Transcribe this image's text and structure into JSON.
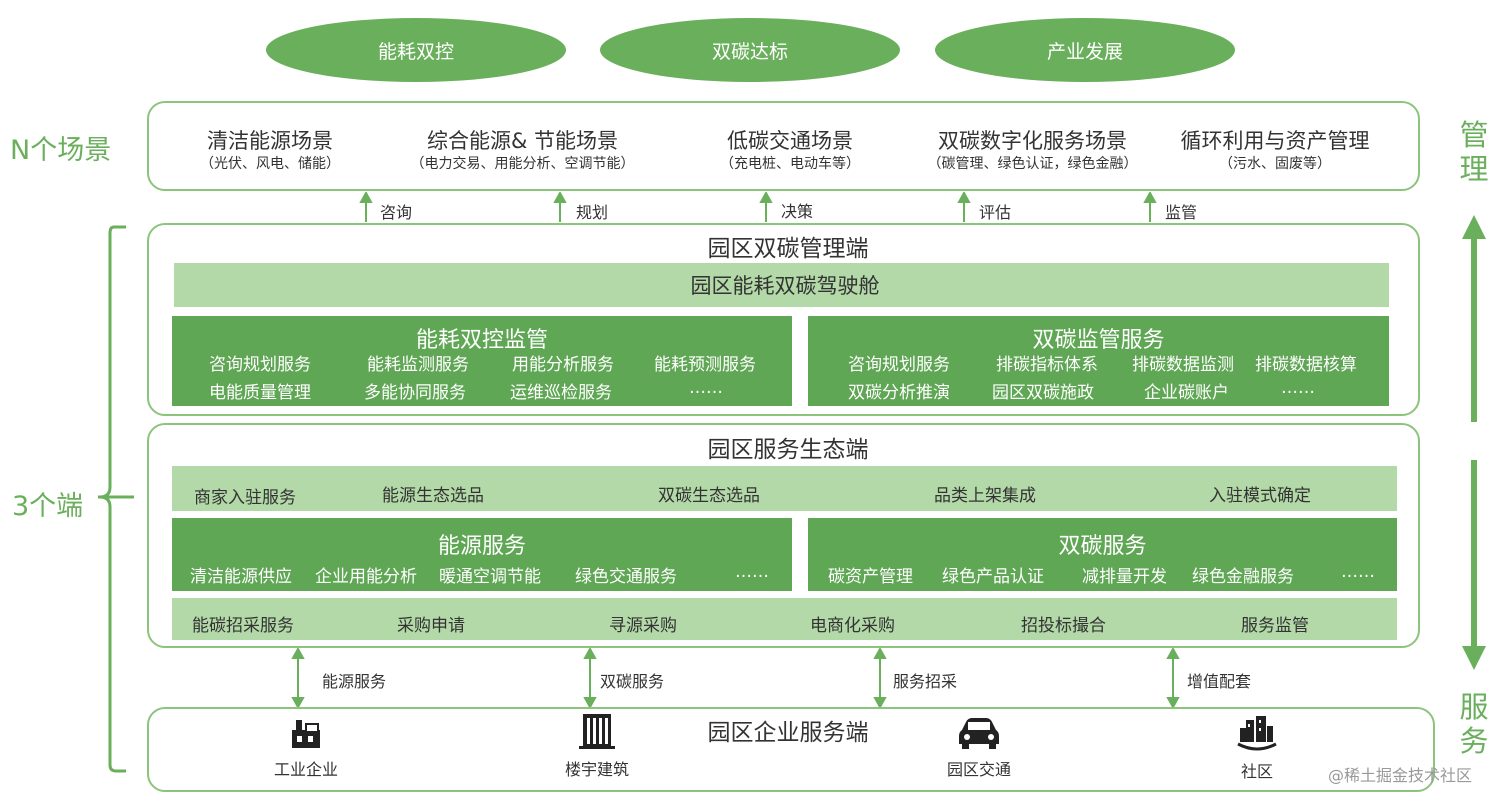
{
  "top_goals": [
    "能耗双控",
    "双碳达标",
    "产业发展"
  ],
  "side_labels": {
    "n_scenes": "N个场景",
    "three_ends": "3个端",
    "manage": "管理",
    "service": "服务"
  },
  "scenes": [
    {
      "title": "清洁能源场景",
      "sub": "（光伏、风电、储能）"
    },
    {
      "title": "综合能源& 节能场景",
      "sub": "（电力交易、用能分析、空调节能）"
    },
    {
      "title": "低碳交通场景",
      "sub": "（充电桩、电动车等）"
    },
    {
      "title": "双碳数字化服务场景",
      "sub": "（碳管理、绿色认证，绿色金融）"
    },
    {
      "title": "循环利用与资产管理",
      "sub": "（污水、固废等）"
    }
  ],
  "up_arrows": [
    "咨询",
    "规划",
    "决策",
    "评估",
    "监管"
  ],
  "management": {
    "title": "园区双碳管理端",
    "cockpit": "园区能耗双碳驾驶舱",
    "left": {
      "title": "能耗双控监管",
      "row1": [
        "咨询规划服务",
        "能耗监测服务",
        "用能分析服务",
        "能耗预测服务"
      ],
      "row2": [
        "电能质量管理",
        "多能协同服务",
        "运维巡检服务",
        "……"
      ]
    },
    "right": {
      "title": "双碳监管服务",
      "row1": [
        "咨询规划服务",
        "排碳指标体系",
        "排碳数据监测",
        "排碳数据核算"
      ],
      "row2": [
        "双碳分析推演",
        "园区双碳施政",
        "企业碳账户",
        "……"
      ]
    }
  },
  "ecosystem": {
    "title": "园区服务生态端",
    "bar1": [
      "商家入驻服务",
      "能源生态选品",
      "双碳生态选品",
      "品类上架集成",
      "入驻模式确定"
    ],
    "left": {
      "title": "能源服务",
      "items": [
        "清洁能源供应",
        "企业用能分析",
        "暖通空调节能",
        "绿色交通服务",
        "……"
      ]
    },
    "right": {
      "title": "双碳服务",
      "items": [
        "碳资产管理",
        "绿色产品认证",
        "减排量开发",
        "绿色金融服务",
        "……"
      ]
    },
    "bar2": [
      "能碳招采服务",
      "采购申请",
      "寻源采购",
      "电商化采购",
      "招投标撮合",
      "服务监管"
    ]
  },
  "bi_arrows": [
    "能源服务",
    "双碳服务",
    "服务招采",
    "增值配套"
  ],
  "enterprise": {
    "title": "园区企业服务端",
    "items": [
      {
        "label": "工业企业",
        "icon": "factory-icon"
      },
      {
        "label": "楼宇建筑",
        "icon": "building-icon"
      },
      {
        "label": "园区交通",
        "icon": "car-icon"
      },
      {
        "label": "社区",
        "icon": "community-icon"
      }
    ]
  },
  "watermark": "@稀土掘金技术社区",
  "colors": {
    "accent": "#6aaf5c",
    "dark_green": "#5fa754",
    "light_green": "#b2d9a7"
  }
}
